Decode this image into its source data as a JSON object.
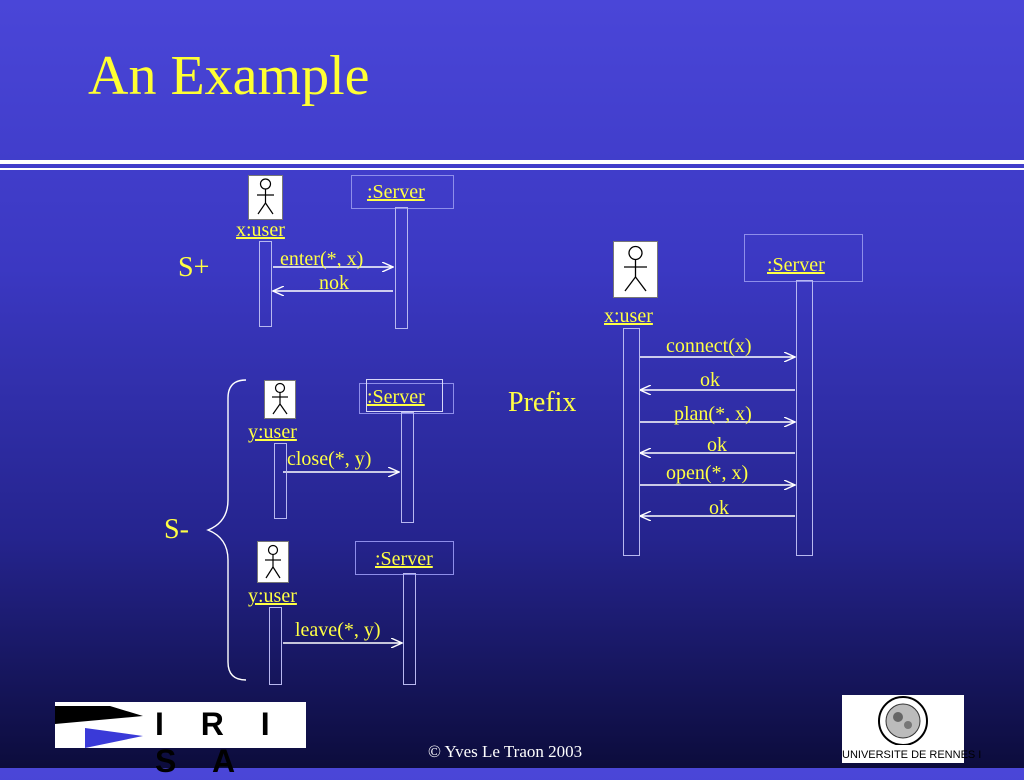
{
  "title": "An Example",
  "labels": {
    "s_plus": "S+",
    "s_minus": "S-",
    "prefix": "Prefix"
  },
  "diagrams": {
    "splus": {
      "actor": "x:user",
      "server": ":Server",
      "messages": [
        "enter(*, x)",
        "nok"
      ]
    },
    "sminus1": {
      "actor": "y:user",
      "server": ":Server",
      "messages": [
        "close(*, y)"
      ]
    },
    "sminus2": {
      "actor": "y:user",
      "server": ":Server",
      "messages": [
        "leave(*, y)"
      ]
    },
    "prefix": {
      "actor": "x:user",
      "server": ":Server",
      "messages": [
        "connect(x)",
        "ok",
        "plan(*, x)",
        "ok",
        "open(*, x)",
        "ok"
      ]
    }
  },
  "footer": "© Yves Le Traon 2003",
  "logos": {
    "irisa": "I R I S A",
    "rennes": "UNIVERSITE DE RENNES I"
  },
  "colors": {
    "text": "#ffff44",
    "line": "#ffffff",
    "background_top": "#4a46d8",
    "background_bottom": "#0c0c3c"
  }
}
